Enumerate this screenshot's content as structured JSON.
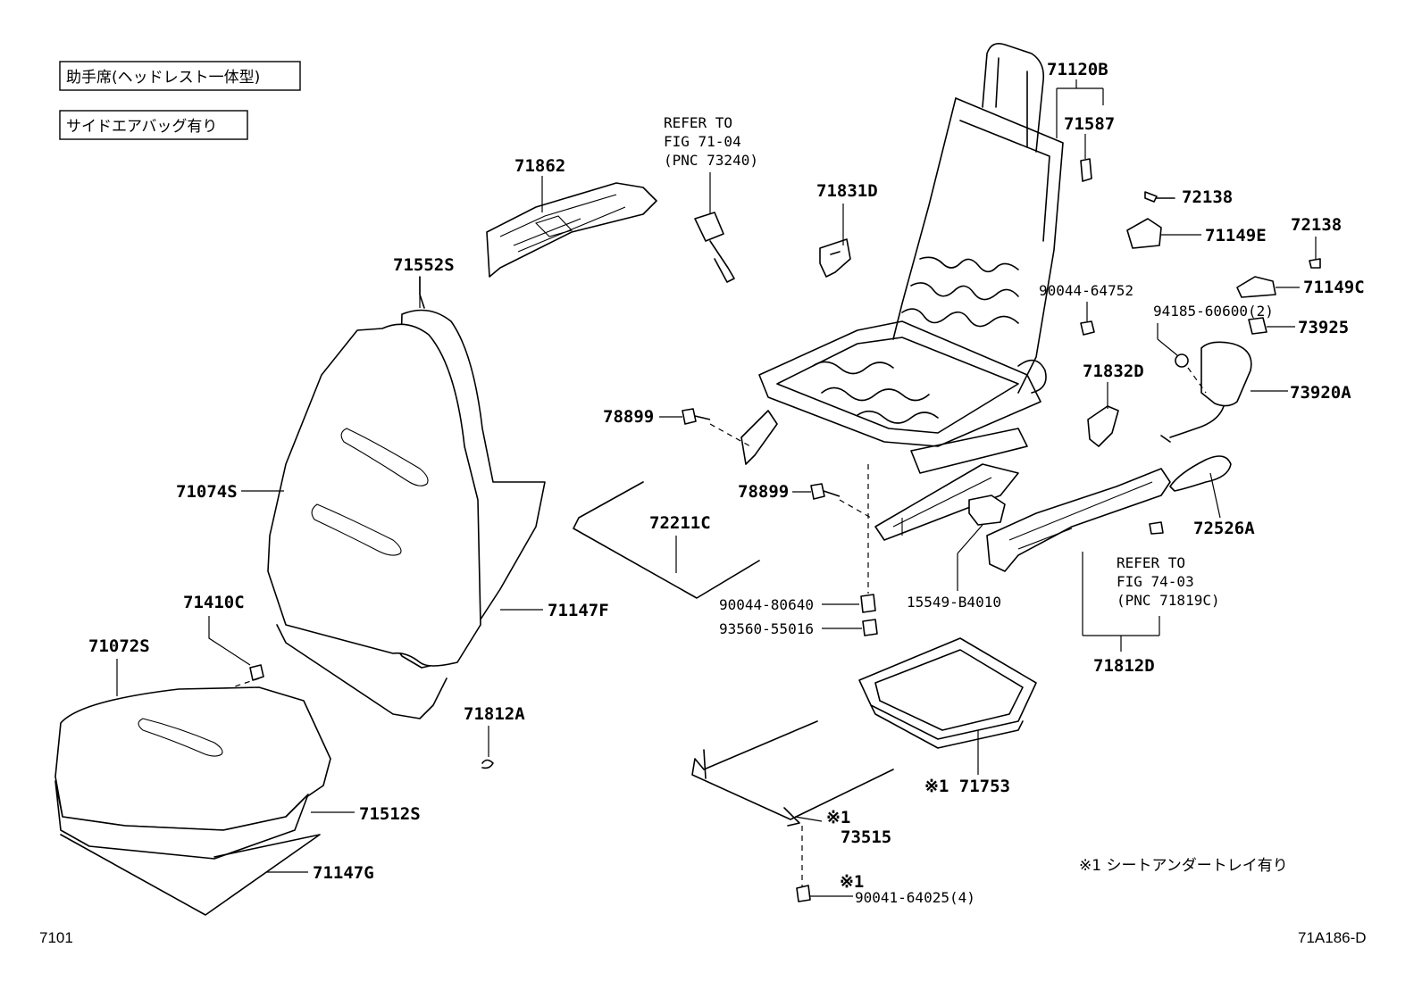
{
  "notes": {
    "seat_type": "助手席(ヘッドレスト一体型)",
    "airbag": "サイドエアバッグ有り",
    "footnote": "※1 シートアンダートレイ有り"
  },
  "refs": {
    "fig_71_04": [
      "REFER TO",
      "FIG 71-04",
      "(PNC 73240)"
    ],
    "fig_74_03": [
      "REFER TO",
      "FIG 74-03",
      "(PNC 71819C)"
    ]
  },
  "parts": {
    "p71120B": "71120B",
    "p71587": "71587",
    "p72138a": "72138",
    "p72138b": "72138",
    "p71149E": "71149E",
    "p71149C": "71149C",
    "p73925": "73925",
    "p73920A": "73920A",
    "p90044_64752": "90044-64752",
    "p94185_60600": "94185-60600(2)",
    "p71832D": "71832D",
    "p72526A": "72526A",
    "p71812D": "71812D",
    "p15549_B4010": "15549-B4010",
    "p78899a": "78899",
    "p78899b": "78899",
    "p71831D": "71831D",
    "p71862": "71862",
    "p71552S": "71552S",
    "p71074S": "71074S",
    "p71147F": "71147F",
    "p72211C": "72211C",
    "p90044_80640": "90044-80640",
    "p93560_55016": "93560-55016",
    "p71410C": "71410C",
    "p71072S": "71072S",
    "p71812A": "71812A",
    "p71512S": "71512S",
    "p71147G": "71147G",
    "p71753": "※1 71753",
    "p73515_mark": "※1",
    "p73515": "73515",
    "p90041_mark": "※1",
    "p90041_64025": "90041-64025(4)"
  },
  "footer": {
    "left": "7101",
    "right": "71A186-D"
  }
}
